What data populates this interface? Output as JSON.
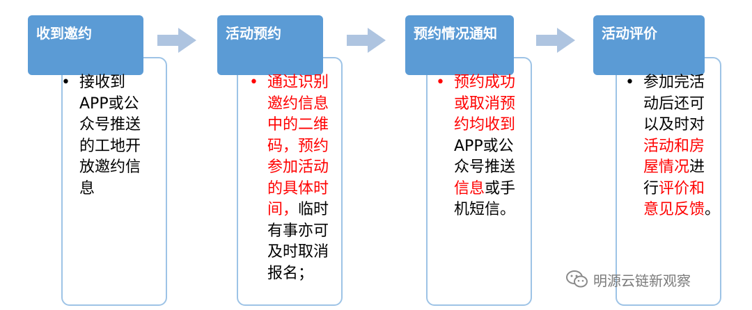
{
  "steps": [
    {
      "title": "收到邀约",
      "bullet_color": "#000000",
      "body": [
        {
          "t": "接收到",
          "c": "black"
        },
        {
          "t": "APP或公",
          "c": "black"
        },
        {
          "t": "众号推送",
          "c": "black"
        },
        {
          "t": "的工地开",
          "c": "black"
        },
        {
          "t": "放邀约信",
          "c": "black"
        },
        {
          "t": "息",
          "c": "black"
        }
      ]
    },
    {
      "title": "活动预约",
      "bullet_color": "#ff0000",
      "body": [
        {
          "t": "通过识别",
          "c": "red"
        },
        {
          "t": "邀约信息",
          "c": "red"
        },
        {
          "t": "中的二维",
          "c": "red"
        },
        {
          "t": "码，预约",
          "c": "red"
        },
        {
          "t": "参加活动",
          "c": "red"
        },
        {
          "t": "的具体时",
          "c": "red"
        },
        {
          "t": "间，",
          "c": "red",
          "t2": "临时",
          "c2": "black"
        },
        {
          "t": "有事亦可",
          "c": "black"
        },
        {
          "t": "及时取消",
          "c": "black"
        },
        {
          "t": "报名；",
          "c": "black"
        }
      ]
    },
    {
      "title": "预约情况通知",
      "bullet_color": "#ff0000",
      "body": [
        {
          "t": "预约成功",
          "c": "red"
        },
        {
          "t": "或取消预",
          "c": "red"
        },
        {
          "t": "约均收到",
          "c": "red"
        },
        {
          "t": "APP或公",
          "c": "black"
        },
        {
          "t": "众号推送",
          "c": "black"
        },
        {
          "t": "信息",
          "c": "red",
          "t2": "或手",
          "c2": "black"
        },
        {
          "t": "机短信。",
          "c": "black"
        }
      ]
    },
    {
      "title": "活动评价",
      "bullet_color": "#000000",
      "body": [
        {
          "t": "参加完活",
          "c": "black"
        },
        {
          "t": "动后还可",
          "c": "black"
        },
        {
          "t": "以及时对",
          "c": "black"
        },
        {
          "t": "活动和房",
          "c": "red"
        },
        {
          "t": "屋情况",
          "c": "red",
          "t2": "进",
          "c2": "black"
        },
        {
          "t": "行",
          "c": "black",
          "t2": "评价和",
          "c2": "red"
        },
        {
          "t": "意见反馈",
          "c": "red",
          "t2": "。",
          "c2": "black"
        }
      ]
    }
  ],
  "bullet_char": "•",
  "watermark": "明源云链新观察",
  "colors": {
    "header": "#5b9bd5",
    "box_border": "#9dc3e6",
    "arrow": "#aec4e0",
    "emphasis": "#ff0000"
  },
  "icons": {
    "arrow": "right-block-arrow-icon",
    "watermark": "wechat-logo-icon"
  }
}
